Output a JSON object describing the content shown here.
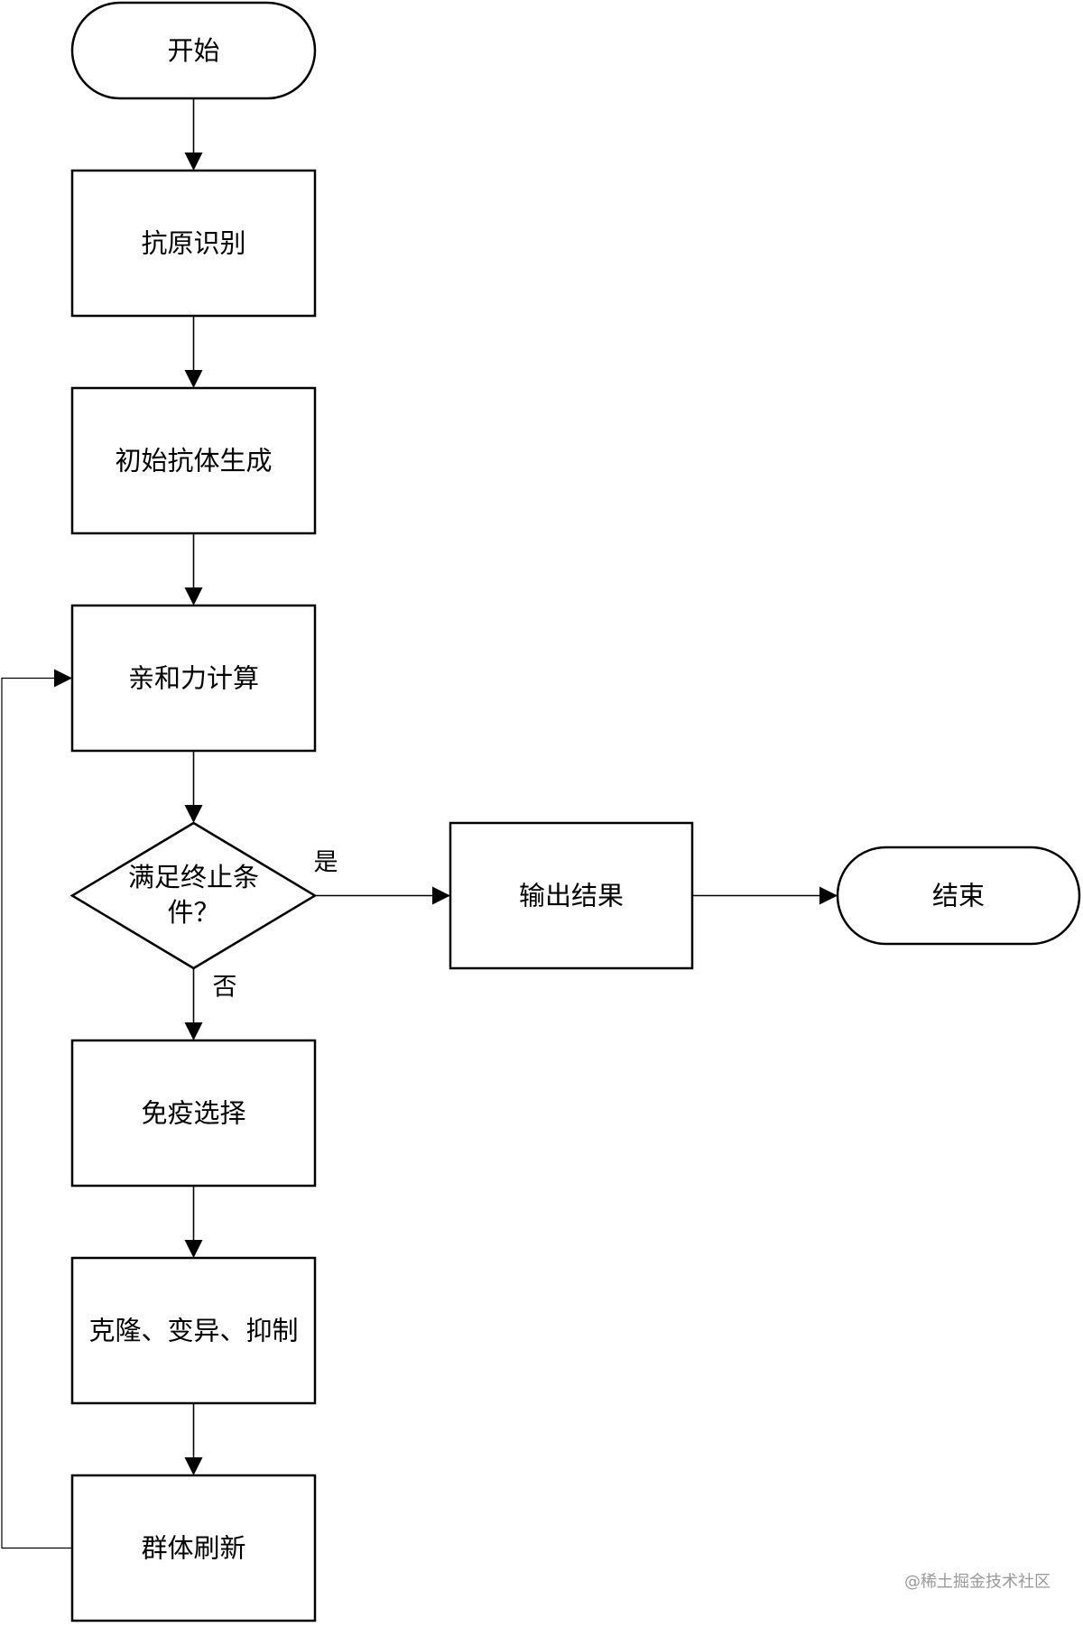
{
  "nodes": {
    "start": "开始",
    "antigen_recognition": "抗原识别",
    "initial_antibody": "初始抗体生成",
    "affinity": "亲和力计算",
    "decision": [
      "满足终止条",
      "件？"
    ],
    "output": "输出结果",
    "end": "结束",
    "immune_selection": "免疫选择",
    "clone_mutate_suppress": "克隆、变异、抑制",
    "population_update": "群体刷新"
  },
  "edge_labels": {
    "yes": "是",
    "no": "否"
  },
  "watermark": "@稀土掘金技术社区"
}
